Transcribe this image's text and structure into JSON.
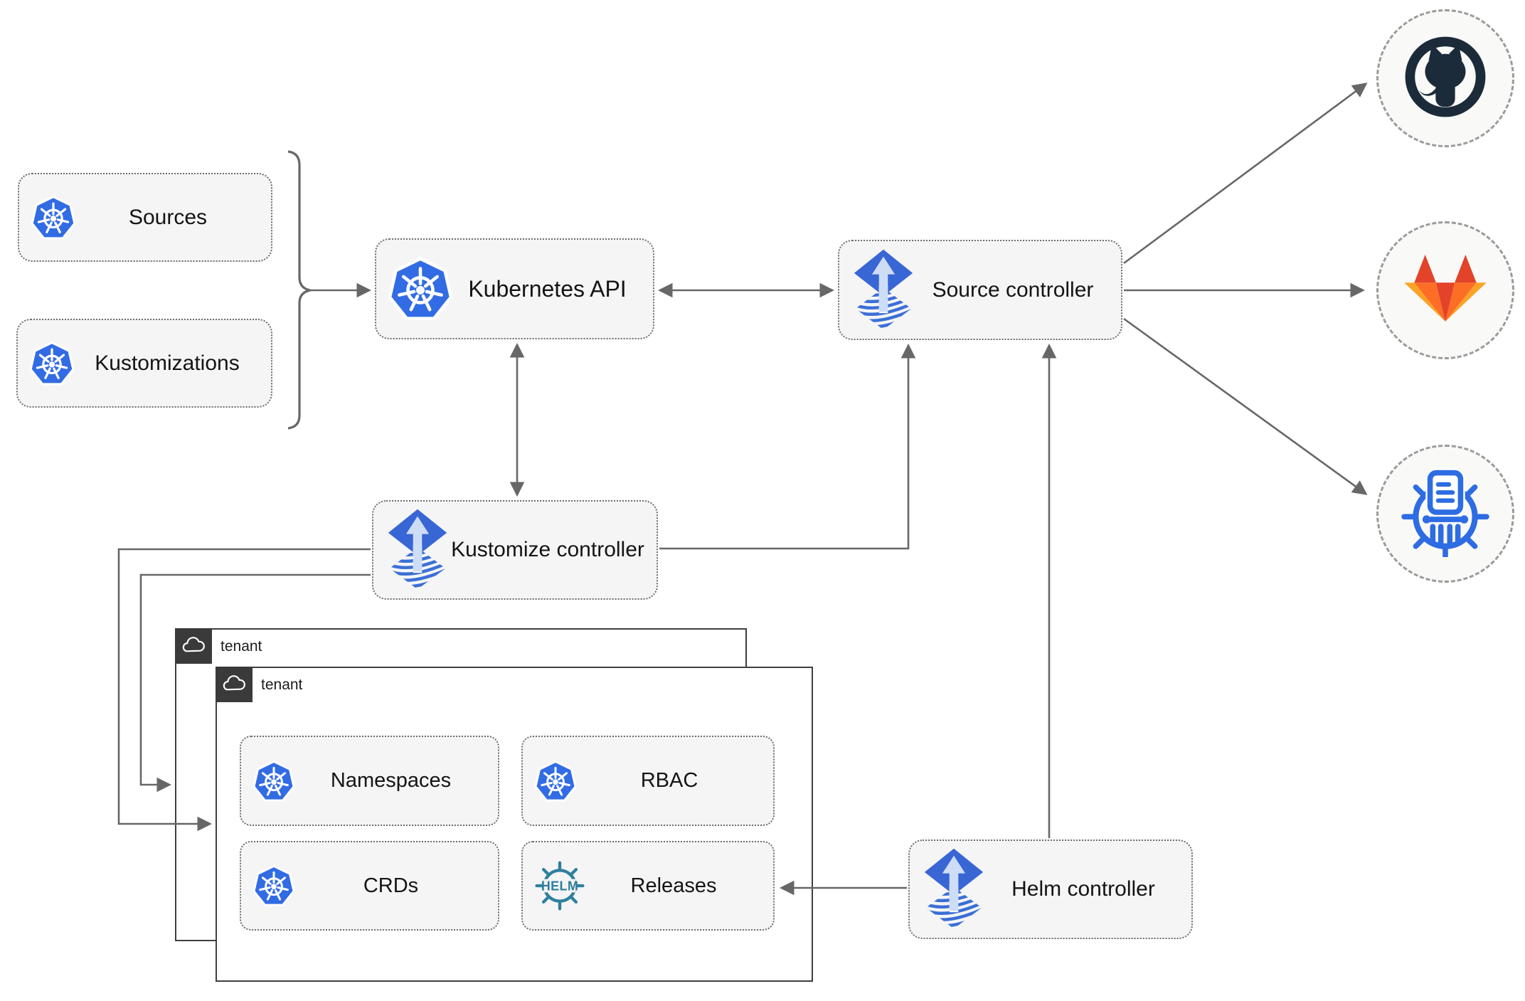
{
  "diagram": {
    "nodes": {
      "sources": {
        "label": "Sources"
      },
      "kustomizations": {
        "label": "Kustomizations"
      },
      "kubernetes_api": {
        "label": "Kubernetes API"
      },
      "source_controller": {
        "label": "Source controller"
      },
      "kustomize_controller": {
        "label": "Kustomize controller"
      },
      "helm_controller": {
        "label": "Helm controller"
      },
      "namespaces": {
        "label": "Namespaces"
      },
      "rbac": {
        "label": "RBAC"
      },
      "crds": {
        "label": "CRDs"
      },
      "releases": {
        "label": "Releases"
      }
    },
    "groups": {
      "tenant_back": {
        "label": "tenant"
      },
      "tenant_front": {
        "label": "tenant"
      }
    },
    "endpoints": {
      "github": {
        "icon": "github-icon"
      },
      "gitlab": {
        "icon": "gitlab-icon"
      },
      "chartmuseum": {
        "icon": "chartmuseum-icon"
      }
    },
    "logos": {
      "helm_text": "HELM"
    },
    "colors": {
      "kubernetes_blue": "#326ce5",
      "flux_blue": "#3866d4",
      "flux_light_arrow": "#cdddf6",
      "helm_teal": "#2e7f9e",
      "github_dark": "#1b2b3a",
      "gitlab_red": "#e24329",
      "gitlab_orange": "#fc6d26",
      "gitlab_yellow": "#fca326",
      "chartmuseum_blue": "#2d6ce3",
      "line_gray": "#676767",
      "node_fill": "#f5f5f5",
      "tenant_tag_dark": "#3a3a3a"
    }
  }
}
